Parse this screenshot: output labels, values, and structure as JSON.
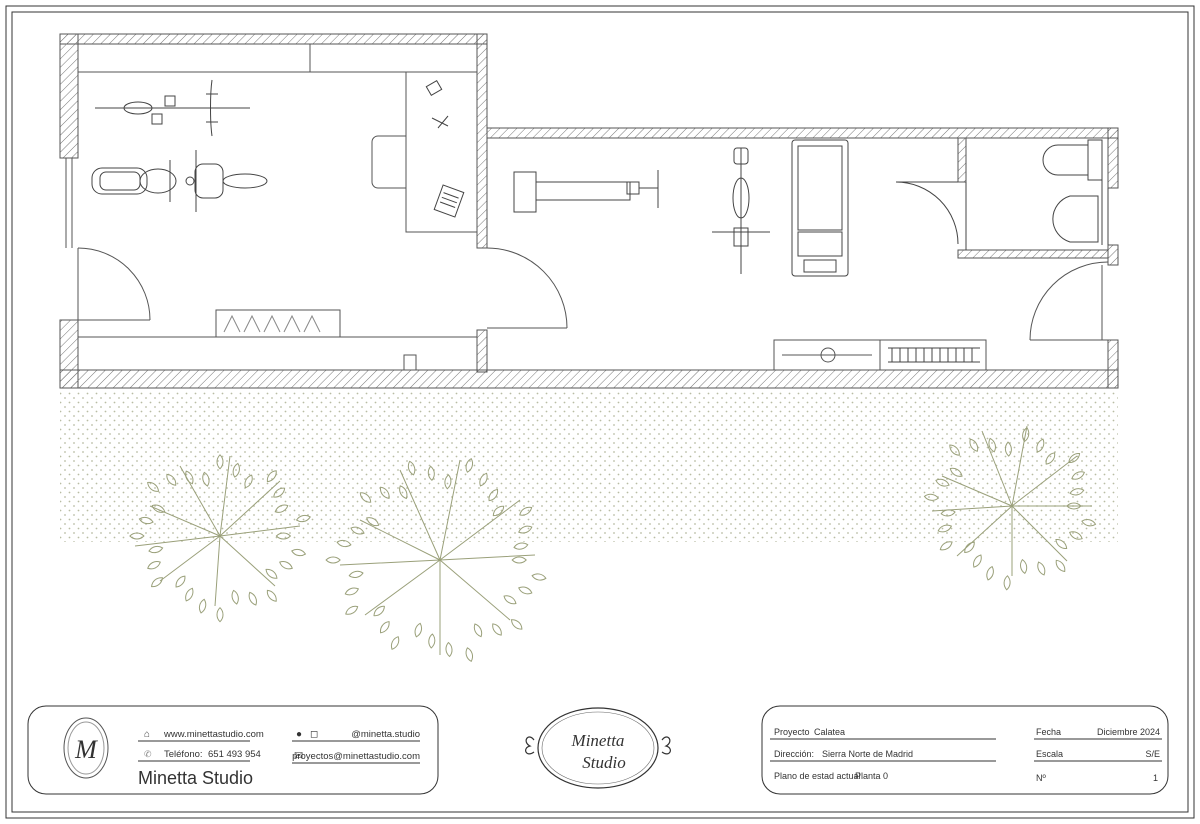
{
  "studio_box": {
    "monogram": "M",
    "website": "www.minettastudio.com",
    "phone_label": "Teléfono:",
    "phone": "651 493 954",
    "studio_name": "Minetta Studio",
    "social": "@minetta.studio",
    "email": "proyectos@minettastudio.com"
  },
  "logo": {
    "line1": "Minetta",
    "line2": "Studio"
  },
  "title_block": {
    "project_label": "Proyecto",
    "project_value": "Calatea",
    "address_label": "Dirección:",
    "address_value": "Sierra Norte de Madrid",
    "plan_label": "Plano de estad actual",
    "plan_value": "Planta 0",
    "date_label": "Fecha",
    "date_value": "Diciembre 2024",
    "scale_label": "Escala",
    "scale_value": "S/E",
    "number_label": "Nº",
    "number_value": "1"
  },
  "colors": {
    "line": "#555555",
    "tree": "#9aa07a",
    "dots": "#b9bca4"
  },
  "icons": [
    "website-icon",
    "phone-icon",
    "pinterest-icon",
    "instagram-icon",
    "email-icon"
  ]
}
